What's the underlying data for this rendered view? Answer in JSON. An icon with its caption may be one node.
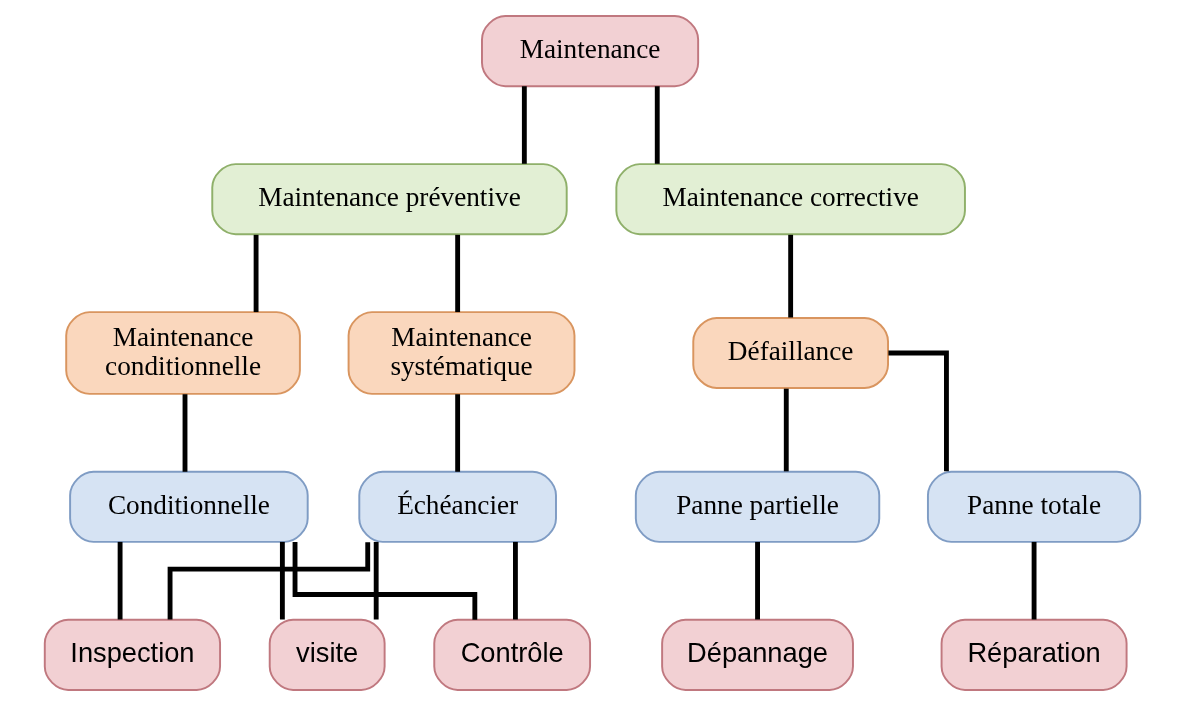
{
  "diagram": {
    "nodes": [
      {
        "text": [
          "Maintenance"
        ]
      },
      {
        "text": [
          "Maintenance préventive"
        ]
      },
      {
        "text": [
          "Maintenance corrective"
        ]
      },
      {
        "text": [
          "Maintenance systématique"
        ]
      },
      {
        "text": [
          "Maintenance conditionnelle"
        ]
      },
      {
        "text": [
          "Défaillance"
        ]
      },
      {
        "text": [
          "Échéancier"
        ]
      },
      {
        "text": [
          "Conditionnelle"
        ]
      },
      {
        "text": [
          "Panne partielle"
        ]
      },
      {
        "text": [
          "Panne totale"
        ]
      },
      {
        "text": [
          "Inspection"
        ]
      },
      {
        "text": [
          "visite"
        ]
      },
      {
        "text": [
          "Contrôle"
        ]
      },
      {
        "text": [
          "Dépannage"
        ]
      },
      {
        "text": [
          "Réparation"
        ]
      }
    ],
    "edges": [
      {
        "from": 0,
        "to": 1,
        "arrow": "none"
      },
      {
        "from": 0,
        "to": 2,
        "arrow": "none"
      },
      {
        "from": 1,
        "to": 3,
        "arrow": "none"
      },
      {
        "from": 1,
        "to": 4,
        "arrow": "none"
      },
      {
        "from": 2,
        "to": 5,
        "arrow": "none"
      },
      {
        "from": 3,
        "to": 6,
        "arrow": "none"
      },
      {
        "from": 4,
        "to": 7,
        "arrow": "none"
      },
      {
        "from": 5,
        "to": 8,
        "arrow": "none"
      },
      {
        "from": 5,
        "to": 9,
        "arrow": "none"
      },
      {
        "from": 6,
        "to": 10,
        "arrow": "none"
      },
      {
        "from": 6,
        "to": 11,
        "arrow": "none"
      },
      {
        "from": 6,
        "to": 12,
        "arrow": "none"
      },
      {
        "from": 7,
        "to": 10,
        "arrow": "none"
      },
      {
        "from": 7,
        "to": 11,
        "arrow": "none"
      },
      {
        "from": 7,
        "to": 12,
        "arrow": "none"
      },
      {
        "from": 8,
        "to": 13,
        "arrow": "none"
      },
      {
        "from": 9,
        "to": 14,
        "arrow": "none"
      }
    ]
  }
}
